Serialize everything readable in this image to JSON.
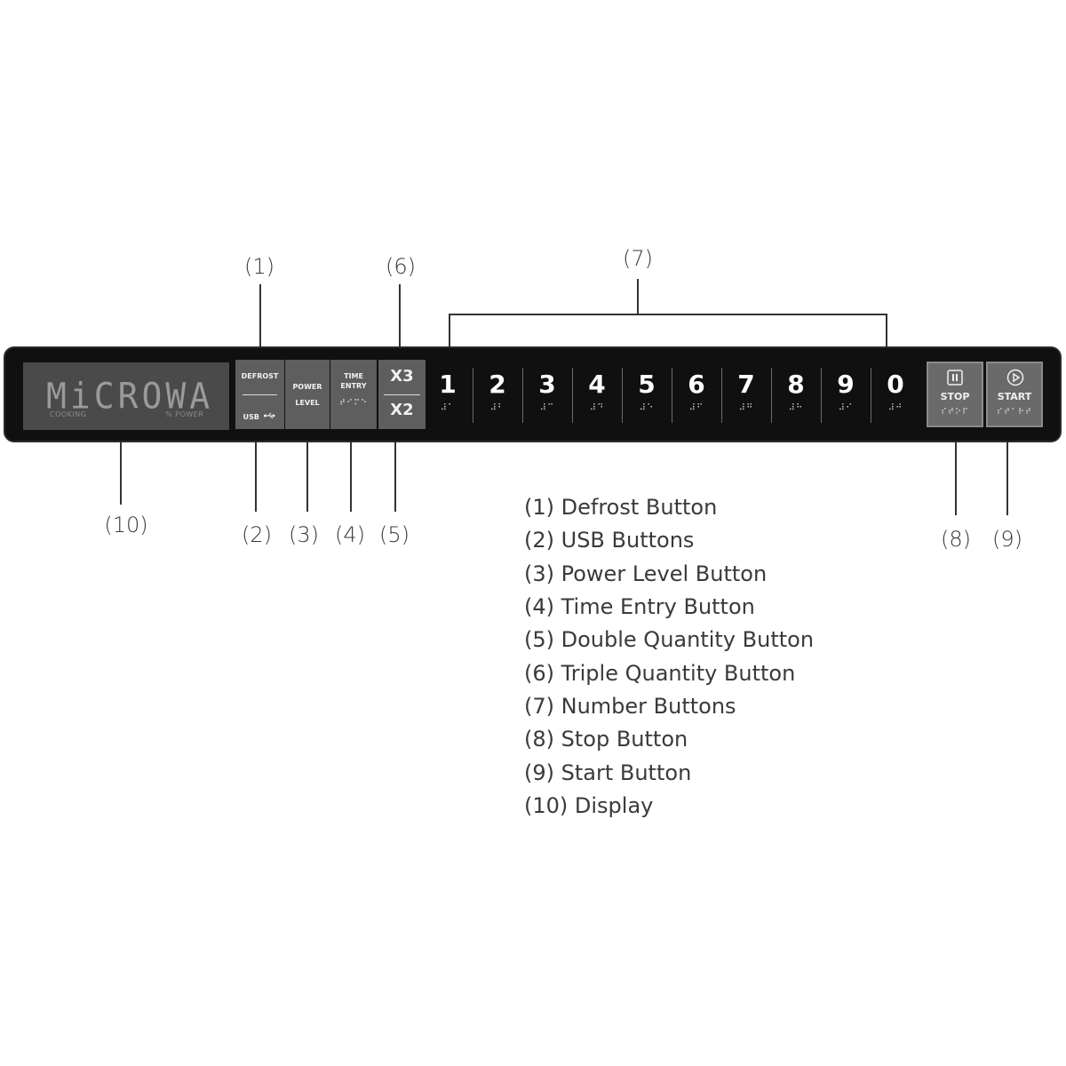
{
  "display": {
    "text": "MiCROWA",
    "label_left": "COOKING",
    "label_right": "% POWER"
  },
  "buttons": {
    "defrost": "DEFROST",
    "usb": "USB",
    "power_level_line1": "POWER",
    "power_level_line2": "LEVEL",
    "time_entry_line1": "TIME",
    "time_entry_line2": "ENTRY",
    "x3": "X3",
    "x2": "X2",
    "stop": "STOP",
    "start": "START"
  },
  "number_keys": [
    "1",
    "2",
    "3",
    "4",
    "5",
    "6",
    "7",
    "8",
    "9",
    "0"
  ],
  "callouts": {
    "c1": "(1)",
    "c2": "(2)",
    "c3": "(3)",
    "c4": "(4)",
    "c5": "(5)",
    "c6": "(6)",
    "c7": "(7)",
    "c8": "(8)",
    "c9": "(9)",
    "c10": "(10)"
  },
  "legend": [
    "(1) Defrost Button",
    "(2) USB Buttons",
    "(3) Power Level Button",
    "(4) Time Entry Button",
    "(5) Double Quantity Button",
    "(6) Triple Quantity Button",
    "(7) Number Buttons",
    "(8) Stop Button",
    "(9) Start Button",
    "(10) Display"
  ],
  "icons": {
    "stop": "pause-icon",
    "start": "play-icon",
    "usb": "usb-icon"
  }
}
